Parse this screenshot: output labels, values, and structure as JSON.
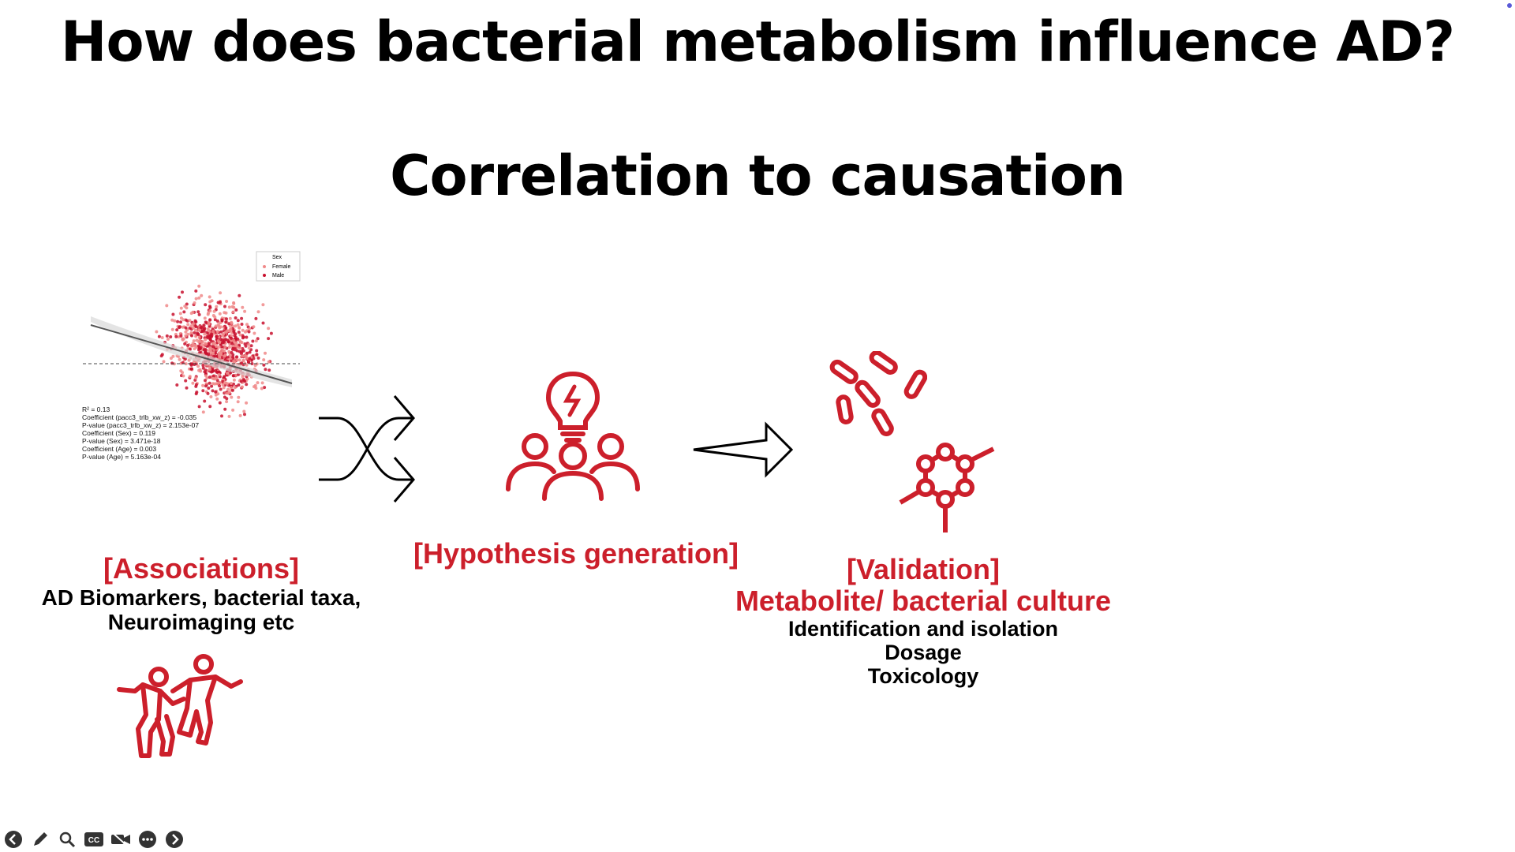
{
  "slide": {
    "title_line1": "How does bacterial metabolism influence AD?",
    "title_line2": "Correlation to causation"
  },
  "chart_data": {
    "type": "scatter",
    "legend": {
      "title": "Sex",
      "entries": [
        "Female",
        "Male"
      ],
      "colors": [
        "#f08a8a",
        "#c8102e"
      ],
      "placement": "top-right"
    },
    "regression_line": true,
    "reference_line": "dashed horizontal",
    "stats": [
      "R² = 0.13",
      "Coefficient (pacc3_trlb_xw_z) = -0.035",
      "P-value (pacc3_trlb_xw_z) = 2.153e-07",
      "Coefficient (Sex) = 0.119",
      "P-value (Sex) = 3.471e-18",
      "Coefficient (Age) = 0.003",
      "P-value (Age) = 5.163e-04"
    ]
  },
  "associations": {
    "heading": "[Associations]",
    "line1": "AD Biomarkers, bacterial taxa,",
    "line2": "Neuroimaging etc",
    "icon": "dancing-people-icon"
  },
  "hypothesis": {
    "heading": "[Hypothesis generation]",
    "icon": "team-lightbulb-icon"
  },
  "validation": {
    "heading": "[Validation]",
    "subheading": "Metabolite/ bacterial culture",
    "items": [
      "Identification and isolation",
      "Dosage",
      "Toxicology"
    ],
    "icons": [
      "bacteria-icon",
      "molecule-icon"
    ]
  },
  "toolbar": {
    "buttons": [
      "back-icon",
      "pen-icon",
      "zoom-icon",
      "captions-icon",
      "video-icon",
      "more-icon",
      "forward-icon"
    ],
    "cc_label": "CC"
  },
  "colors": {
    "accent": "#cc1f2b"
  }
}
